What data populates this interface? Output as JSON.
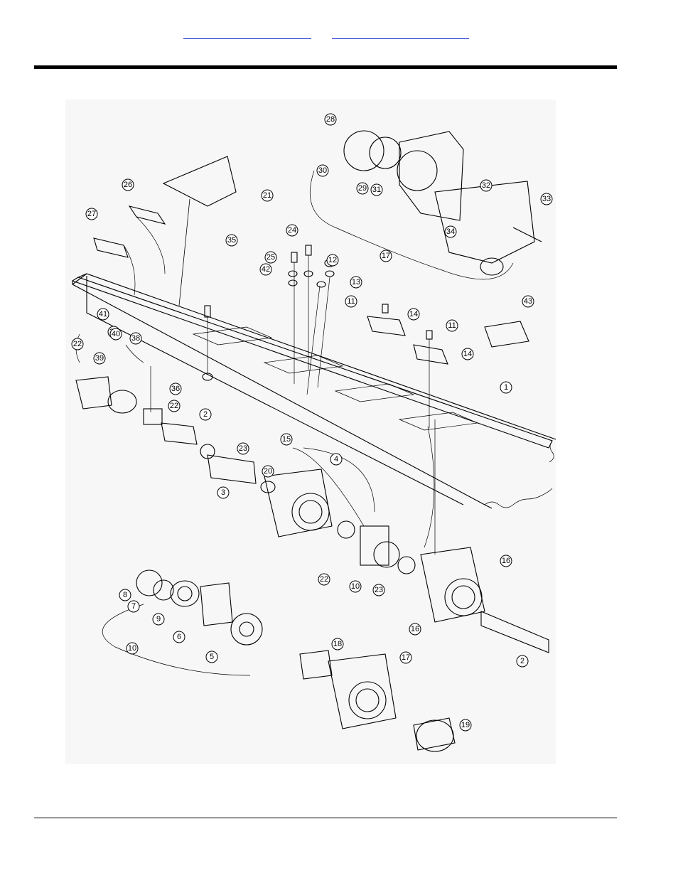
{
  "header": {
    "links": [
      {
        "label": ""
      },
      {
        "label": ""
      }
    ]
  },
  "diagram": {
    "callouts": [
      "1",
      "2",
      "2",
      "3",
      "4",
      "5",
      "6",
      "7",
      "8",
      "9",
      "10",
      "10",
      "11",
      "11",
      "12",
      "13",
      "14",
      "14",
      "15",
      "16",
      "16",
      "17",
      "17",
      "18",
      "19",
      "20",
      "21",
      "22",
      "22",
      "22",
      "23",
      "23",
      "24",
      "25",
      "26",
      "27",
      "28",
      "29",
      "30",
      "31",
      "32",
      "33",
      "34",
      "35",
      "36",
      "37",
      "38",
      "39",
      "40",
      "41",
      "42",
      "43"
    ]
  }
}
